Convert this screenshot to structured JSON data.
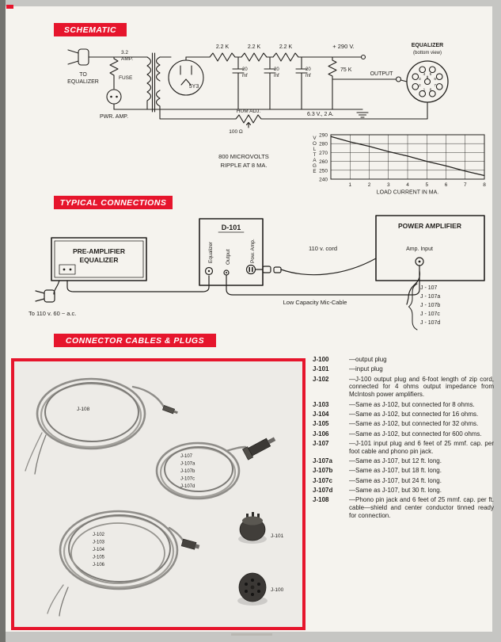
{
  "colors": {
    "accent_red": "#e6152c",
    "page_bg": "#f5f3ee",
    "photo_bg": "#edebe7",
    "ink": "#211f1c"
  },
  "banners": {
    "schematic": "SCHEMATIC",
    "connections": "TYPICAL CONNECTIONS",
    "cables": "CONNECTOR CABLES & PLUGS"
  },
  "schematic": {
    "to_label_1": "TO",
    "to_label_2": "EQUALIZER",
    "fuse_rating_1": "3.2",
    "fuse_rating_2": "AMP.",
    "fuse_label": "FUSE",
    "pwr_amp_label": "PWR. AMP.",
    "tube_label": "5Y3",
    "resistor_labels": [
      "2.2 K",
      "2.2 K",
      "2.2 K"
    ],
    "cap_value": "20",
    "cap_unit": "mf",
    "bleeder_label": "75 K",
    "b_plus_label": "+ 290 V.",
    "output_label": "OUTPUT",
    "socket_title": "EQUALIZER",
    "socket_subtitle": "(bottom view)",
    "socket_pins": [
      "1",
      "2",
      "3",
      "4",
      "5",
      "6",
      "7",
      "8"
    ],
    "hum_adj_label": "HUM ADJ.",
    "hum_adj_value": "100 Ω",
    "heater_label": "6.3 V., 2 A."
  },
  "chart_data": {
    "type": "line",
    "series": [
      {
        "name": "output voltage vs load current",
        "x": [
          0,
          1,
          2,
          3,
          4,
          5,
          6,
          7,
          8
        ],
        "y": [
          288,
          282,
          277,
          271,
          266,
          260,
          255,
          249,
          244
        ]
      }
    ],
    "annotation_line1": "800 MICROVOLTS",
    "annotation_line2": "RIPPLE  AT  8 MA.",
    "xlabel": "LOAD CURRENT IN MA.",
    "ylabel": "VOLTAGE",
    "xlim": [
      0,
      8
    ],
    "ylim": [
      240,
      290
    ],
    "xticks": [
      "1",
      "2",
      "3",
      "4",
      "5",
      "6",
      "7",
      "8"
    ],
    "yticks": [
      "290",
      "280",
      "270",
      "260",
      "250",
      "240"
    ],
    "grid": true,
    "legend": false
  },
  "connections": {
    "preamp_line1": "PRE-AMPLIFIER",
    "preamp_line2": "EQUALIZER",
    "d101_title": "D-101",
    "port_equalizer": "Equalizer",
    "port_output": "Output",
    "port_pow_amp": "Pow. Amp.",
    "power_title": "POWER AMPLIFIER",
    "amp_input": "Amp. Input",
    "cord_label": "110 v. cord",
    "mains_label": "To 110 v. 60 ~ a.c.",
    "mic_cable_label": "Low Capacity Mic-Cable",
    "jacks": [
      "J - 107",
      "J - 107a",
      "J - 107b",
      "J - 107c",
      "J - 107d"
    ]
  },
  "photo": {
    "j108_label": "J-108",
    "j107_stack": [
      "J-107",
      "J-107a",
      "J-107b",
      "J-107c",
      "J-107d"
    ],
    "j102_stack": [
      "J-102",
      "J-103",
      "J-104",
      "J-105",
      "J-106"
    ],
    "j101_label": "J-101",
    "j100_label": "J-100"
  },
  "definitions": [
    {
      "id": "J-100",
      "text": "—output plug"
    },
    {
      "id": "J-101",
      "text": "—input plug"
    },
    {
      "id": "J-102",
      "text": "—J-100 output plug and 6-foot length of zip cord, connected for 4 ohms output impedance from McIntosh power amplifiers."
    },
    {
      "id": "J-103",
      "text": "—Same as J-102, but connected for 8 ohms."
    },
    {
      "id": "J-104",
      "text": "—Same as J-102, but connected for 16 ohms."
    },
    {
      "id": "J-105",
      "text": "—Same as J-102, but connected for 32 ohms."
    },
    {
      "id": "J-106",
      "text": "—Same as J-102, but connected for 600 ohms."
    },
    {
      "id": "J-107",
      "text": "—J-101 input plug and 6 feet of 25 mmf. cap. per foot cable and phono pin jack."
    },
    {
      "id": "J-107a",
      "text": "—Same as J-107, but 12 ft. long."
    },
    {
      "id": "J-107b",
      "text": "—Same as J-107, but 18 ft. long."
    },
    {
      "id": "J-107c",
      "text": "—Same as J-107, but 24 ft. long."
    },
    {
      "id": "J-107d",
      "text": "—Same as J-107, but 30 ft. long."
    },
    {
      "id": "J-108",
      "text": "—Phono pin jack and 6 feet of 25 mmf. cap. per ft. cable—shield and center conductor tinned ready for connection."
    }
  ]
}
